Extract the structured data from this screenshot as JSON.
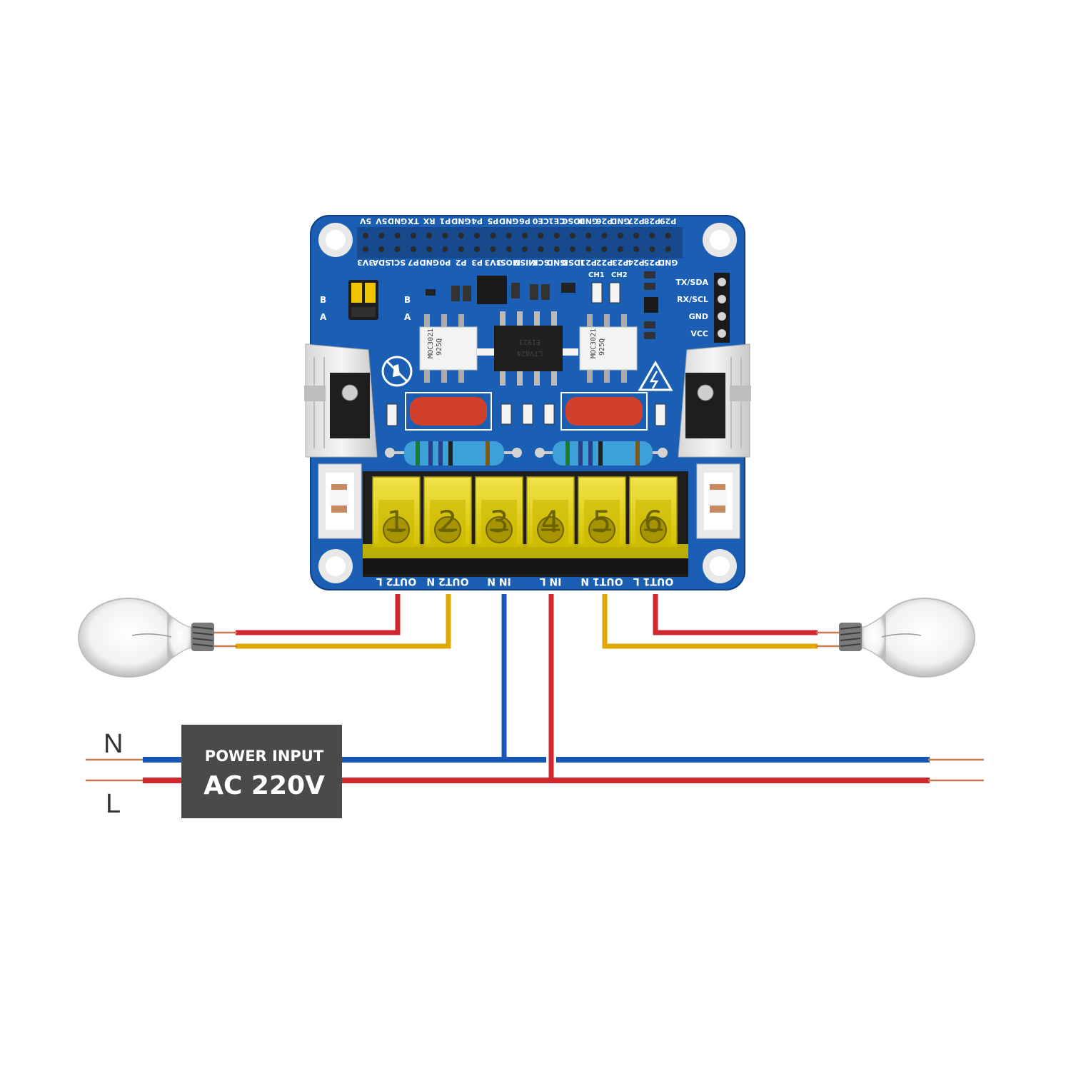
{
  "board": {
    "header_top_pins": [
      "P29",
      "P28",
      "P27",
      "GND",
      "P26",
      "GND",
      "IDSC",
      "CE1",
      "CE0",
      "P6",
      "GND",
      "P5",
      "P4",
      "GND",
      "P1",
      "RX",
      "TX",
      "GND",
      "5V",
      "5V"
    ],
    "header_bottom_pins": [
      "GND",
      "P25",
      "P24",
      "P23",
      "P22",
      "P21",
      "IDSD",
      "GND",
      "SCK",
      "MISO",
      "MOSI",
      "3V3",
      "P3",
      "P2",
      "P0",
      "GND",
      "P7",
      "SCL",
      "SDA",
      "3V3"
    ],
    "uart_pins": [
      "TX/SDA",
      "RX/SCL",
      "GND",
      "VCC"
    ],
    "jumper_labels": [
      "B",
      "A",
      "B",
      "A"
    ],
    "channel_labels": [
      "CH1",
      "CH2"
    ],
    "optocoupler_text": [
      "MOC3021",
      "925Q"
    ],
    "isolator_text": [
      "E1923",
      "LTV824"
    ],
    "terminal_numbers": [
      "1",
      "2",
      "3",
      "4",
      "5",
      "6"
    ],
    "terminal_labels": [
      "OUT2 L",
      "OUT2 N",
      "IN N",
      "IN L",
      "OUT1 N",
      "OUT1 L"
    ]
  },
  "mains": {
    "n_label": "N",
    "l_label": "L"
  },
  "power_box": {
    "line1": "POWER INPUT",
    "line2": "AC 220V"
  },
  "colors": {
    "pcb": "#1a5fb4",
    "wire_red": "#d0282e",
    "wire_yellow": "#e0a800",
    "wire_blue": "#1a56b8",
    "wire_copper": "#c87a50",
    "terminal": "#e6d400",
    "power_box": "#4a4a4a"
  }
}
